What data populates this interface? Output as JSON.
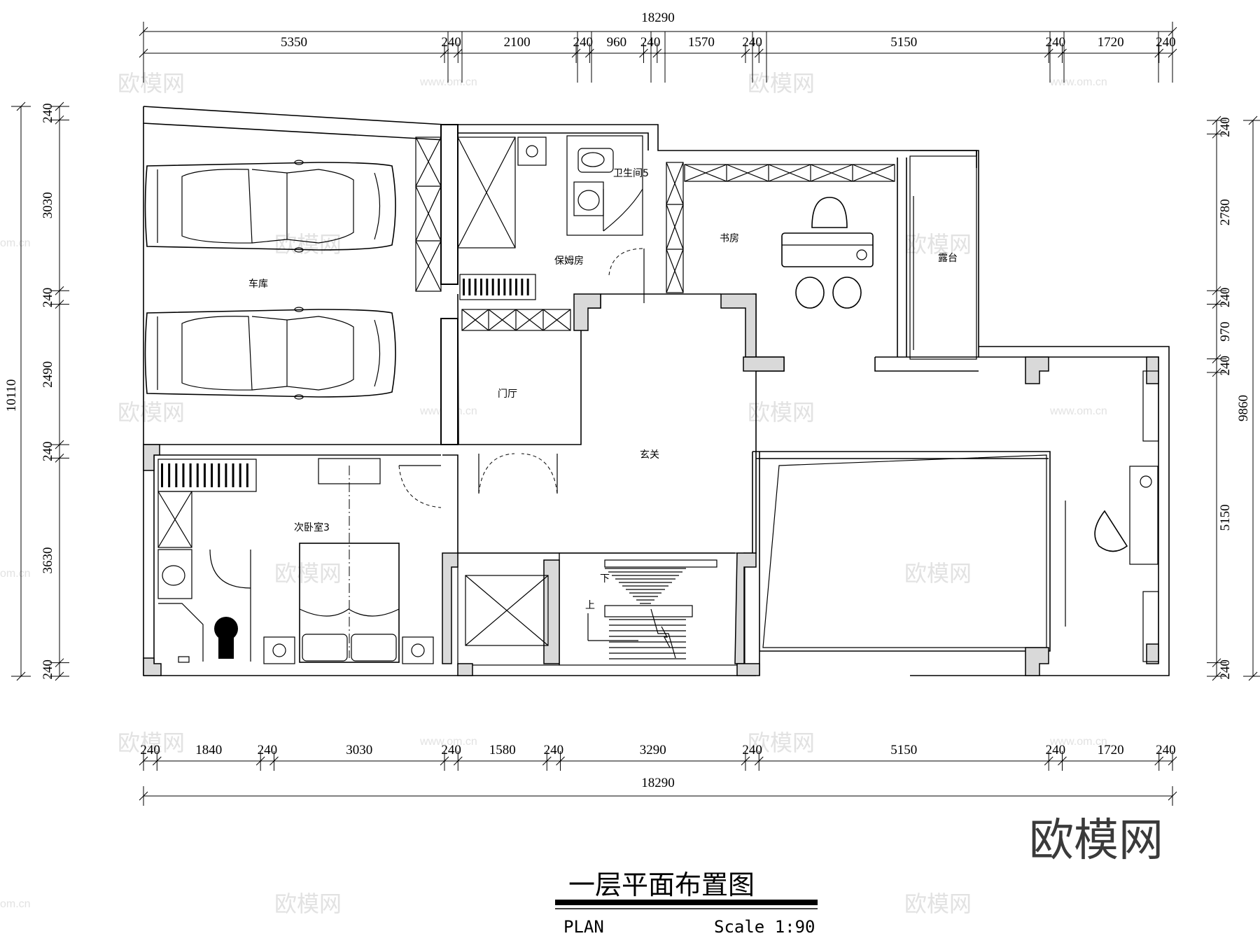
{
  "title": "一层平面布置图",
  "plan_label": "PLAN",
  "scale_label": "Scale 1:90",
  "watermark": {
    "brand": "欧模网",
    "url": "www.om.cn",
    "url_short": "om.cn"
  },
  "dimensions": {
    "top_total": "18290",
    "top": [
      "5350",
      "240",
      "2100",
      "240",
      "960",
      "240",
      "1570",
      "240",
      "5150",
      "240",
      "1720",
      "240"
    ],
    "bottom_total": "18290",
    "bottom": [
      "240",
      "1840",
      "240",
      "3030",
      "240",
      "1580",
      "240",
      "3290",
      "240",
      "5150",
      "240",
      "1720",
      "240"
    ],
    "left_total": "10110",
    "left": [
      "240",
      "3030",
      "240",
      "2490",
      "240",
      "3630",
      "240"
    ],
    "right_total": "9860",
    "right": [
      "240",
      "2780",
      "240",
      "970",
      "240",
      "5150",
      "240"
    ]
  },
  "rooms": {
    "garage": "车库",
    "nanny_room": "保姆房",
    "bathroom5": "卫生间5",
    "study": "书房",
    "terrace": "露台",
    "vestibule": "门厅",
    "foyer": "玄关",
    "bedroom3": "次卧室3"
  },
  "stairs": {
    "down": "下",
    "up": "上"
  }
}
